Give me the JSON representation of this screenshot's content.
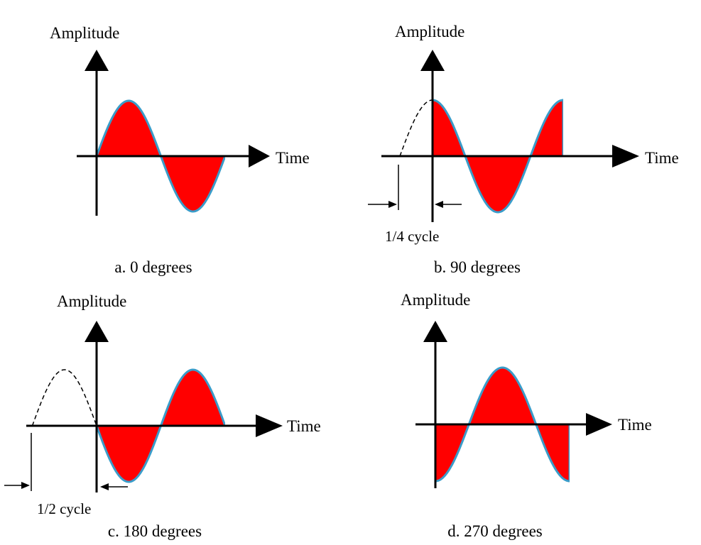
{
  "colors": {
    "fill": "#ff0000",
    "wave_outline": "#3a9cc9",
    "axis": "#000000",
    "dashed": "#000000",
    "background": "#ffffff"
  },
  "panels": [
    {
      "id": "a",
      "phase_degrees": 0,
      "amplitude_label": "Amplitude",
      "time_label": "Time",
      "caption": "a. 0 degrees",
      "shift_label": ""
    },
    {
      "id": "b",
      "phase_degrees": 90,
      "amplitude_label": "Amplitude",
      "time_label": "Time",
      "caption": "b. 90 degrees",
      "shift_label": "1/4 cycle"
    },
    {
      "id": "c",
      "phase_degrees": 180,
      "amplitude_label": "Amplitude",
      "time_label": "Time",
      "caption": "c. 180 degrees",
      "shift_label": "1/2 cycle"
    },
    {
      "id": "d",
      "phase_degrees": 270,
      "amplitude_label": "Amplitude",
      "time_label": "Time",
      "caption": "d. 270 degrees",
      "shift_label": ""
    }
  ]
}
